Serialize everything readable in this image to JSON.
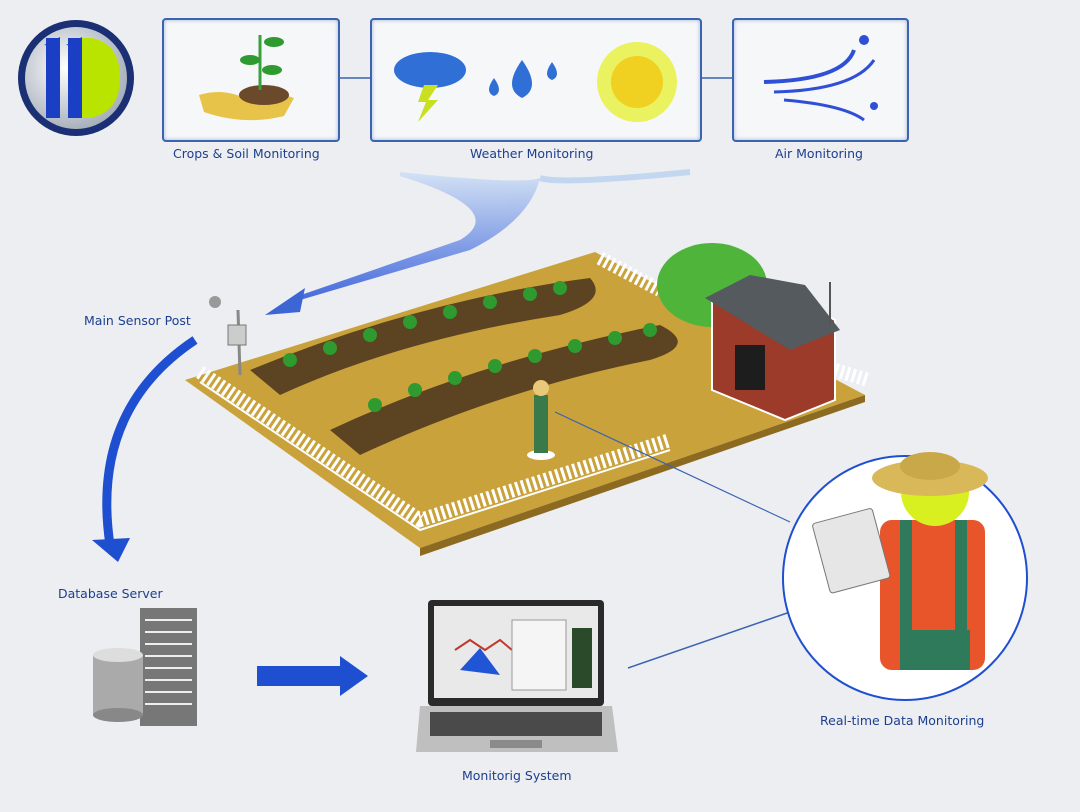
{
  "logo": {
    "text": "1D",
    "colors": [
      "#1a3fc4",
      "#b8e400"
    ]
  },
  "sources": [
    {
      "label": "Crops & Soil Monitoring",
      "icons": [
        "hand-with-seedling-icon"
      ]
    },
    {
      "label": "Weather Monitoring",
      "icons": [
        "storm-cloud-icon",
        "water-drops-icon",
        "sun-icon"
      ]
    },
    {
      "label": "Air Monitoring",
      "icons": [
        "wind-icon"
      ]
    }
  ],
  "nodes": {
    "sensor_post": "Main Sensor Post",
    "database": "Database Server",
    "monitoring": "Monitorig System",
    "realtime": "Real-time Data Monitoring"
  },
  "colors": {
    "accent": "#1f4fd1",
    "label": "#1d3f8f",
    "field": "#c9a23c",
    "background": "#eceef1"
  }
}
